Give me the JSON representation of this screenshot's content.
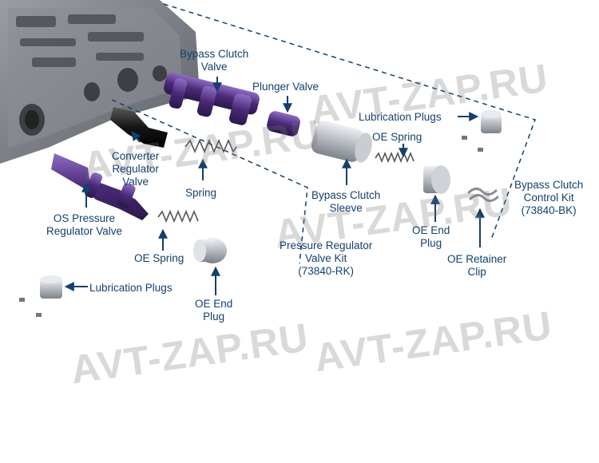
{
  "labels": {
    "bypass_clutch_valve": "Bypass Clutch\nValve",
    "plunger_valve": "Plunger Valve",
    "lubrication_plugs_top": "Lubrication Plugs",
    "oe_spring_top": "OE Spring",
    "converter_regulator_valve": "Converter\nRegulator\nValve",
    "spring": "Spring",
    "bypass_clutch_sleeve": "Bypass Clutch\nSleeve",
    "os_pressure_regulator_valve": "OS Pressure\nRegulator Valve",
    "oe_spring_bottom": "OE Spring",
    "oe_end_plug_bottom": "OE End\nPlug",
    "lubrication_plugs_bottom": "Lubrication Plugs",
    "oe_end_plug_right": "OE End\nPlug",
    "oe_retainer_clip": "OE Retainer\nClip"
  },
  "kits": {
    "pressure_regulator": "Pressure Regulator\nValve Kit\n(73840-RK)",
    "bypass_clutch_control": "Bypass Clutch\nControl Kit\n(73840-BK)"
  },
  "watermark": "AVT-ZAP.RU",
  "colors": {
    "label": "#14406b",
    "purple": "#5b3a8c",
    "metal": "#b8bcc2",
    "body": "#7d8085"
  }
}
